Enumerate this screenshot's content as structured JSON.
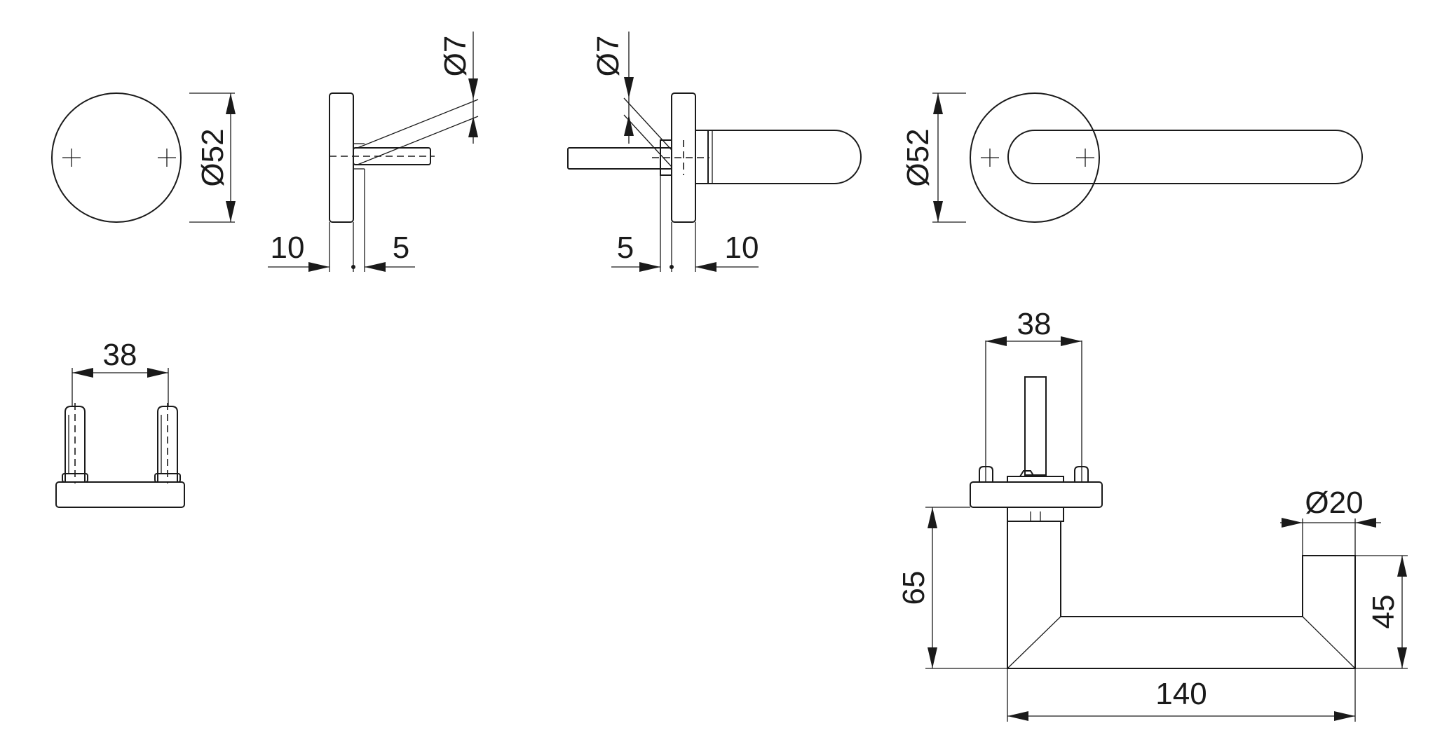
{
  "dimensions": {
    "rose_diameter_left": "Ø52",
    "rose_diameter_right": "Ø52",
    "spindle_diameter_left": "Ø7",
    "spindle_diameter_right": "Ø7",
    "rose_thickness_left": "10",
    "spindle_offset_left": "5",
    "spindle_offset_right": "5",
    "rose_thickness_right": "10",
    "screw_spacing_left": "38",
    "screw_spacing_right": "38",
    "handle_height": "65",
    "handle_length": "140",
    "grip_diameter": "Ø20",
    "grip_end_height": "45"
  },
  "colors": {
    "stroke": "#1a1a1a",
    "background": "#ffffff"
  }
}
